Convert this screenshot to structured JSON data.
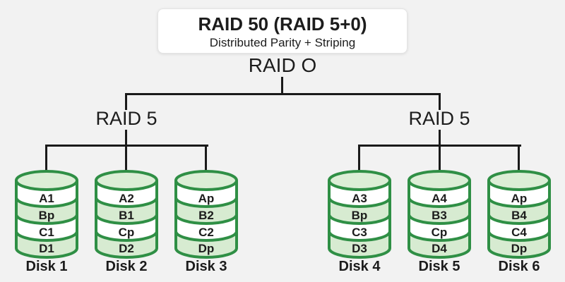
{
  "title": {
    "heading": "RAID 50 (RAID 5+0)",
    "subtitle": "Distributed Parity + Striping"
  },
  "tree": {
    "root": "RAID O",
    "groups": [
      {
        "label": "RAID 5",
        "disks": [
          {
            "name": "Disk 1",
            "blocks": [
              "A1",
              "Bp",
              "C1",
              "D1"
            ]
          },
          {
            "name": "Disk 2",
            "blocks": [
              "A2",
              "B1",
              "Cp",
              "D2"
            ]
          },
          {
            "name": "Disk 3",
            "blocks": [
              "Ap",
              "B2",
              "C2",
              "Dp"
            ]
          }
        ]
      },
      {
        "label": "RAID 5",
        "disks": [
          {
            "name": "Disk 4",
            "blocks": [
              "A3",
              "Bp",
              "C3",
              "D3"
            ]
          },
          {
            "name": "Disk 5",
            "blocks": [
              "A4",
              "B3",
              "Cp",
              "D4"
            ]
          },
          {
            "name": "Disk 6",
            "blocks": [
              "Ap",
              "B4",
              "C4",
              "Dp"
            ]
          }
        ]
      }
    ]
  },
  "colors": {
    "bg": "#f2f2f2",
    "line": "#1a1a1a",
    "text": "#1c1c1c",
    "disk_stroke": "#2f8f45",
    "disk_fill": "#d7ebd1",
    "disk_top_fill": "#dceed6",
    "band_white": "#ffffff",
    "box_bg": "#ffffff",
    "box_border": "#e4e4e4"
  }
}
